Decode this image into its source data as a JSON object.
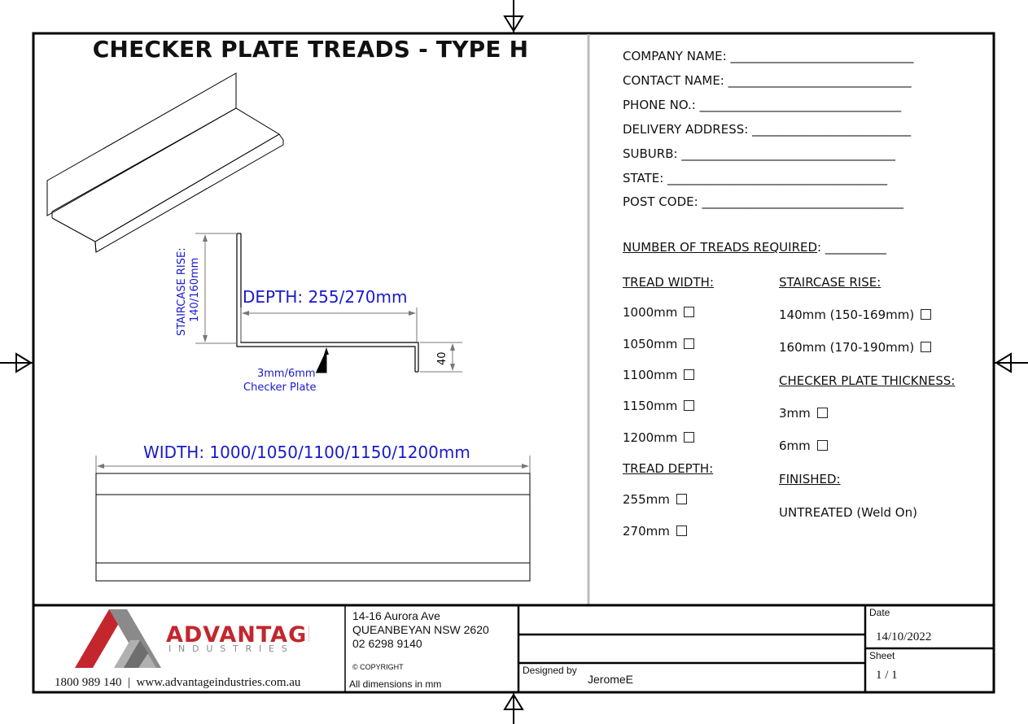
{
  "title": "CHECKER PLATE TREADS - TYPE H",
  "drawing": {
    "staircase_rise_label": "STAIRCASE RISE:",
    "staircase_rise_value": "140/160mm",
    "depth_label": "DEPTH: 255/270mm",
    "lip_dimension": "40",
    "plate_label_1": "3mm/6mm",
    "plate_label_2": "Checker Plate",
    "width_label": "WIDTH: 1000/1050/1100/1150/1200mm"
  },
  "form": {
    "fields": [
      {
        "label": "COMPANY NAME:",
        "line": "______________________________"
      },
      {
        "label": "CONTACT NAME:",
        "line": "______________________________"
      },
      {
        "label": "PHONE NO.:",
        "line": "_________________________________"
      },
      {
        "label": "DELIVERY ADDRESS:",
        "line": "__________________________"
      },
      {
        "label": "SUBURB:",
        "line": "___________________________________"
      },
      {
        "label": "STATE:",
        "line": "____________________________________"
      },
      {
        "label": "POST CODE:",
        "line": "_________________________________"
      }
    ],
    "treads_required_label": "NUMBER OF TREADS REQUIRED",
    "treads_required_line": ": __________",
    "tread_width": {
      "heading": "TREAD WIDTH:",
      "options": [
        "1000mm",
        "1050mm",
        "1100mm",
        "1150mm",
        "1200mm"
      ]
    },
    "tread_depth": {
      "heading": "TREAD DEPTH:",
      "options": [
        "255mm",
        "270mm"
      ]
    },
    "staircase_rise": {
      "heading": "STAIRCASE RISE:",
      "options": [
        "140mm (150-169mm)",
        "160mm (170-190mm)"
      ]
    },
    "checker_thickness": {
      "heading": "CHECKER PLATE THICKNESS:",
      "options": [
        "3mm",
        "6mm"
      ]
    },
    "finished": {
      "heading": "FINISHED:",
      "value": "UNTREATED (Weld On)"
    }
  },
  "title_block": {
    "company_word_1": "ADVANTAGE",
    "company_word_2": "INDUSTRIES",
    "contact": "1800 989 140  |  www.advantageindustries.com.au",
    "address_1": "14-16 Aurora Ave",
    "address_2": "QUEANBEYAN NSW 2620",
    "address_3": "02 6298 9140",
    "copyright": "© COPYRIGHT",
    "dimensions_note": "All dimensions in mm",
    "designed_by_label": "Designed by",
    "designed_by": "JeromeE",
    "date_label": "Date",
    "date": "14/10/2022",
    "sheet_label": "Sheet",
    "sheet": "1 / 1"
  },
  "colors": {
    "dimension_blue": "#1a1acc",
    "logo_red": "#c4262e",
    "logo_gray": "#8a8a8a"
  }
}
